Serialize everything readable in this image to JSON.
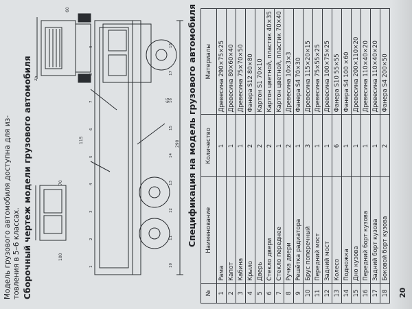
{
  "page": {
    "intro_line1": "Модель грузового автомобиля доступна для из-",
    "intro_line2": "товления в 5–6 классах.",
    "drawing_title": "Сборочный чертеж модели грузового автомобиля",
    "spec_title": "Спецификация на модель грузового автомобиля",
    "page_number": "20"
  },
  "drawing": {
    "dimension_labels": [
      "50",
      "70",
      "60",
      "100",
      "115",
      "290",
      "65",
      "25"
    ],
    "part_numbers": [
      "1",
      "2",
      "3",
      "4",
      "5",
      "6",
      "7",
      "8",
      "9",
      "10",
      "11",
      "12",
      "13",
      "14",
      "15",
      "16",
      "17",
      "18"
    ]
  },
  "table": {
    "headers": {
      "num": "№",
      "name": "Наименование",
      "qty": "Количество",
      "material": "Материалы"
    },
    "rows": [
      {
        "num": "1",
        "name": "Рама",
        "qty": "1",
        "material": "Древесина 290×75×25"
      },
      {
        "num": "2",
        "name": "Капот",
        "qty": "1",
        "material": "Древесина 80×60×40"
      },
      {
        "num": "3",
        "name": "Кабина",
        "qty": "1",
        "material": "Древесина 75×70×50"
      },
      {
        "num": "4",
        "name": "Крыло",
        "qty": "2",
        "material": "Фанера S12 80×80"
      },
      {
        "num": "5",
        "name": "Дверь",
        "qty": "2",
        "material": "Картон S1 70×10"
      },
      {
        "num": "6",
        "name": "Стекло двери",
        "qty": "2",
        "material": "Картон цветной, пластик 40×35"
      },
      {
        "num": "7",
        "name": "Стекло переднее",
        "qty": "1",
        "material": "Картон цветной, пластик 70×40"
      },
      {
        "num": "8",
        "name": "Ручка двери",
        "qty": "2",
        "material": "Древесина 10×3×3"
      },
      {
        "num": "9",
        "name": "Решётка радиатора",
        "qty": "1",
        "material": "Фанера S4 70×30"
      },
      {
        "num": "10",
        "name": "Брус поперечный",
        "qty": "3",
        "material": "Древесина 115×20×15"
      },
      {
        "num": "11",
        "name": "Передний мост",
        "qty": "1",
        "material": "Древесина 75×55×25"
      },
      {
        "num": "12",
        "name": "Задний мост",
        "qty": "1",
        "material": "Древесина 100×75×25"
      },
      {
        "num": "13",
        "name": "Колесо",
        "qty": "6",
        "material": "Фанера S10 55×55"
      },
      {
        "num": "14",
        "name": "Подножка",
        "qty": "1",
        "material": "Фанера S4 100 ×60"
      },
      {
        "num": "15",
        "name": "Дно кузова",
        "qty": "1",
        "material": "Древесина 200×110×20"
      },
      {
        "num": "16",
        "name": "Передний борт кузова",
        "qty": "1",
        "material": "Древесина 110×40×20"
      },
      {
        "num": "17",
        "name": "Задний борт кузова",
        "qty": "1",
        "material": "Древесина 110×40×20"
      },
      {
        "num": "18",
        "name": "Боковой борт кузова",
        "qty": "2",
        "material": "Фанера S4 200×50"
      }
    ]
  },
  "colors": {
    "paper": "#dfe2e4",
    "ink": "#1e2024",
    "background": "#8f9499"
  }
}
